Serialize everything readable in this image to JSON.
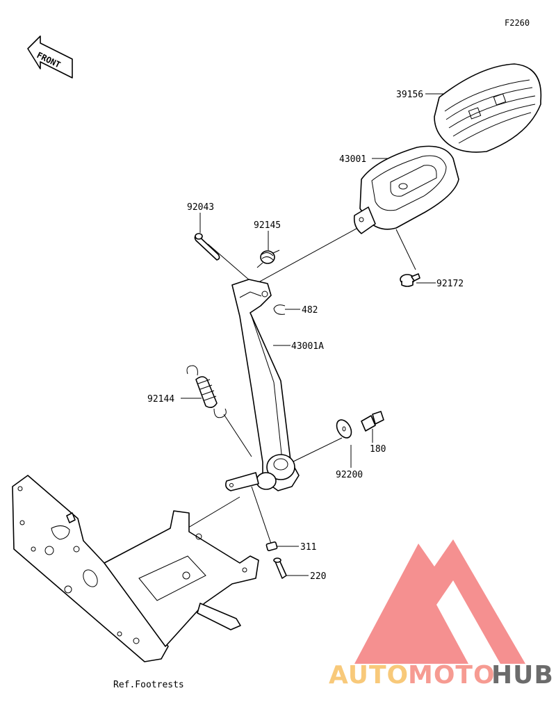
{
  "diagram_code": "F2260",
  "front_label": "FRONT",
  "reference_note": "Ref.Footrests",
  "parts": {
    "p39156": "39156",
    "p43001": "43001",
    "p92043": "92043",
    "p92145": "92145",
    "p92172": "92172",
    "p482": "482",
    "p43001A": "43001A",
    "p92144": "92144",
    "p180": "180",
    "p92200": "92200",
    "p311": "311",
    "p220": "220"
  },
  "watermark": {
    "auto": "AUTO",
    "moto": "MOTO",
    "hub": "HUB",
    "color_auto": "#f6b84e",
    "color_moto": "#f47a6e",
    "color_hub": "#3a3a3a",
    "logo_color": "#f26b6b"
  }
}
